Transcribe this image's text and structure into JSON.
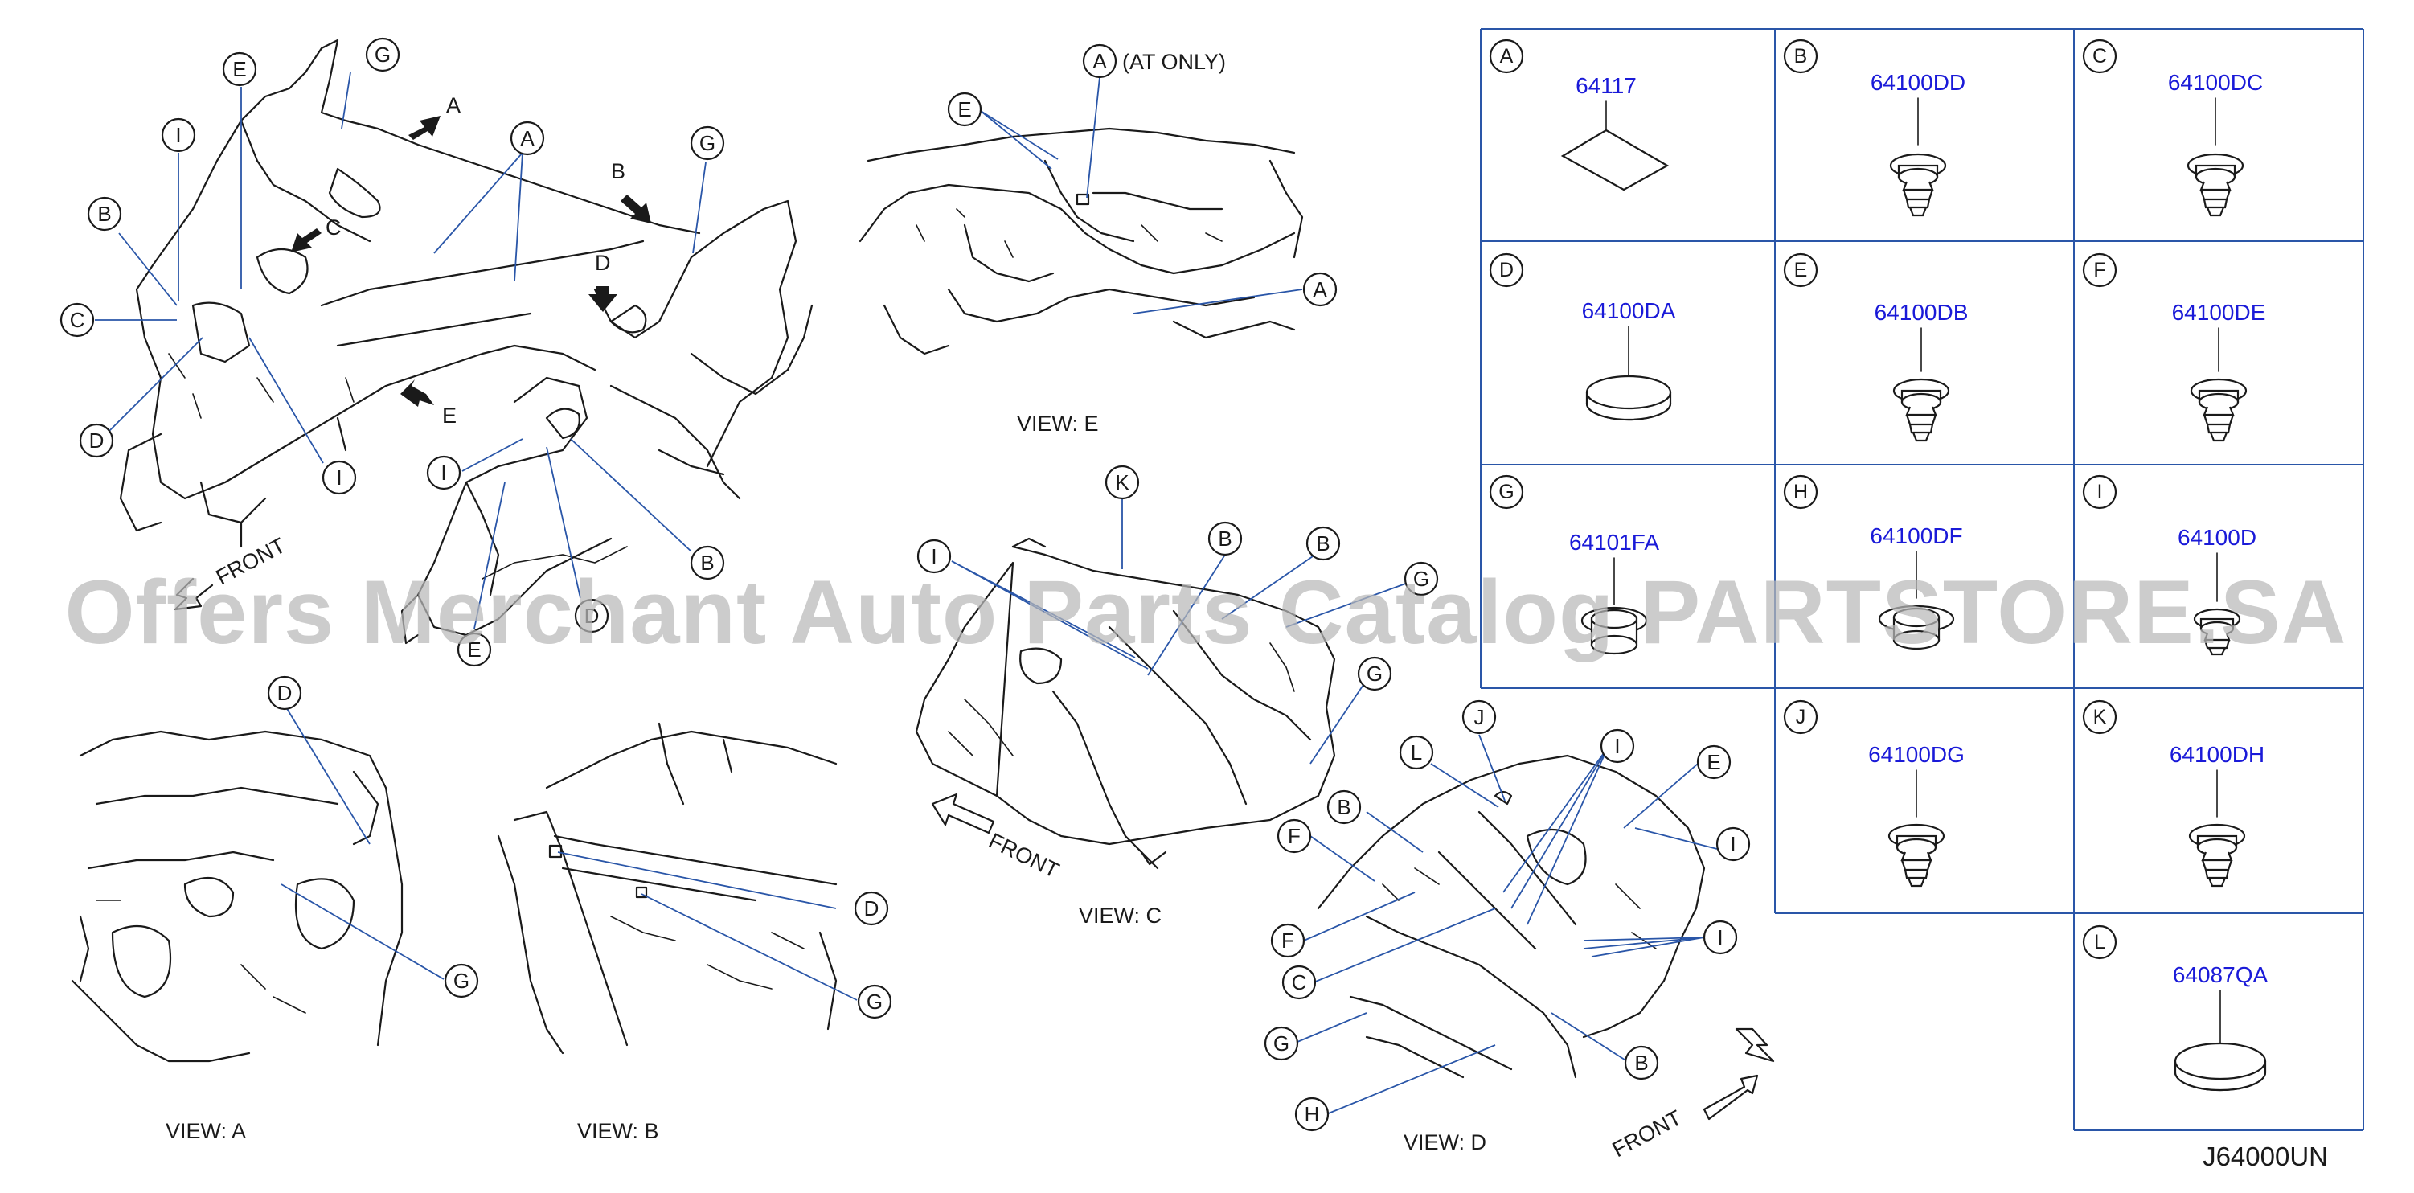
{
  "diagram": {
    "code": "J64000UN",
    "watermark": "Offers Merchant Auto Parts Catalog PARTSTORE.SA",
    "views": {
      "e": "VIEW:  E",
      "c": "VIEW:  C",
      "a": "VIEW:  A",
      "b": "VIEW:  B",
      "d": "VIEW:  D"
    },
    "front_label": "FRONT",
    "at_only_note": "(AT   ONLY)",
    "arrow_labels": [
      "A",
      "B",
      "C",
      "D",
      "E"
    ],
    "parts": [
      {
        "letter": "A",
        "part_no": "64117",
        "shape": "square-seal-icon"
      },
      {
        "letter": "B",
        "part_no": "64100DD",
        "shape": "clip-icon"
      },
      {
        "letter": "C",
        "part_no": "64100DC",
        "shape": "clip-icon"
      },
      {
        "letter": "D",
        "part_no": "64100DA",
        "shape": "round-plug-icon"
      },
      {
        "letter": "E",
        "part_no": "64100DB",
        "shape": "clip-icon"
      },
      {
        "letter": "F",
        "part_no": "64100DE",
        "shape": "clip-icon"
      },
      {
        "letter": "G",
        "part_no": "64101FA",
        "shape": "grommet-icon"
      },
      {
        "letter": "H",
        "part_no": "64100DF",
        "shape": "grommet-icon"
      },
      {
        "letter": "I",
        "part_no": "64100D",
        "shape": "clip-icon"
      },
      {
        "letter": "J",
        "part_no": "64100DG",
        "shape": "clip-icon"
      },
      {
        "letter": "K",
        "part_no": "64100DH",
        "shape": "clip-icon"
      },
      {
        "letter": "L",
        "part_no": "64087QA",
        "shape": "round-plug-icon"
      }
    ]
  }
}
